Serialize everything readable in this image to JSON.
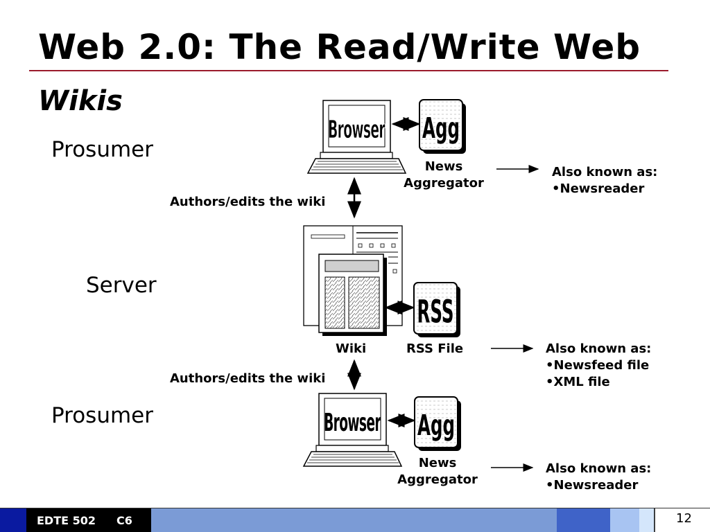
{
  "slide": {
    "title": "Web 2.0: The Read/Write Web",
    "subtitle": "Wikis",
    "page_number": "12"
  },
  "roles": {
    "top": "Prosumer",
    "middle": "Server",
    "bottom": "Prosumer"
  },
  "diagram": {
    "browser_label": "Browser",
    "agg_label": "Agg",
    "rss_label": "RSS",
    "top_agg_caption": [
      "News",
      "Aggregator"
    ],
    "bottom_agg_caption": [
      "News",
      "Aggregator"
    ],
    "wiki_caption": "Wiki",
    "rss_caption": "RSS File",
    "authors_top": "Authors/edits the wiki",
    "authors_bottom": "Authors/edits the wiki",
    "aka_top": [
      "Also known as:",
      "•Newsreader"
    ],
    "aka_middle": [
      "Also known as:",
      "•Newsfeed file",
      "•XML file"
    ],
    "aka_bottom": [
      "Also known as:",
      "•Newsreader"
    ]
  },
  "footer": {
    "course": "EDTE 502",
    "code": "C6"
  },
  "colors": {
    "title_rule": "#9b1a2b",
    "footer_dark": "#000000",
    "footer_navy": "#0a1aa0",
    "footer_mid": "#7b9bd6",
    "footer_blue": "#3f63c8",
    "footer_light": "#a8c4f2",
    "footer_pale": "#d4e6fb"
  }
}
